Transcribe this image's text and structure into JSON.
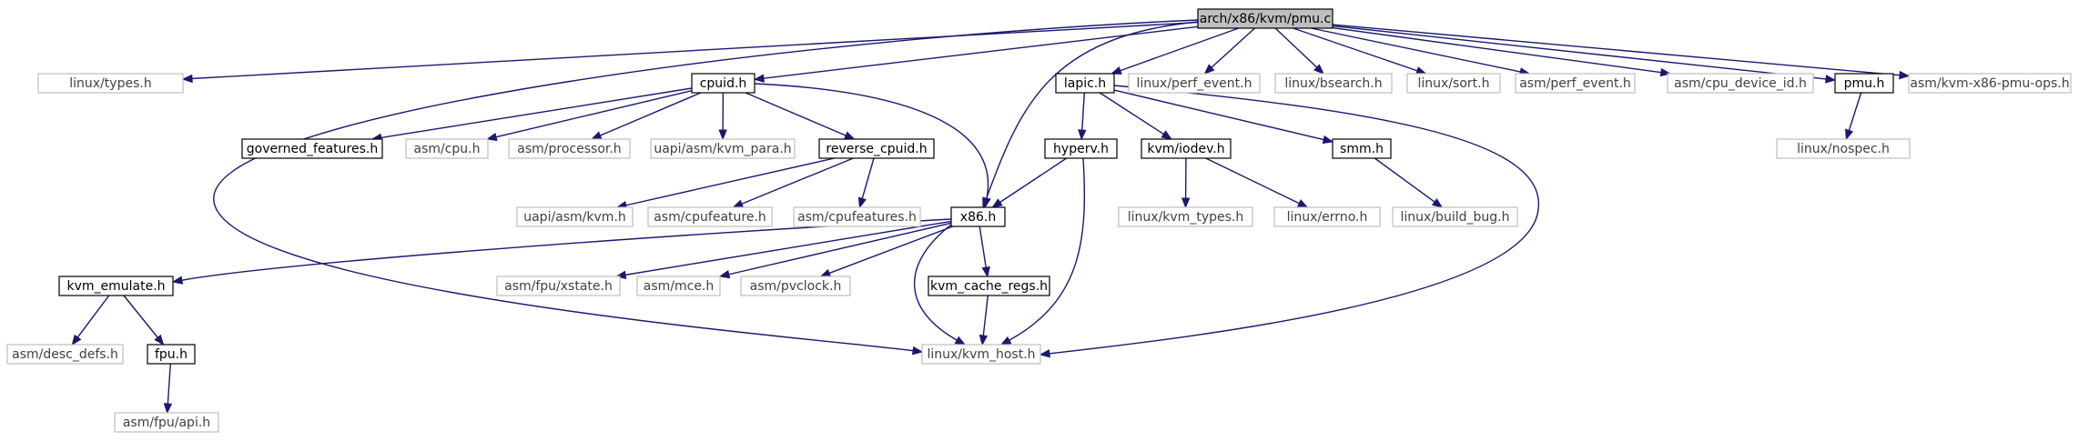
{
  "colors": {
    "edge": "#191970",
    "root_fill": "#bfbfbf",
    "documented_border": "#000000",
    "external_border": "#bfbfbf",
    "external_text": "#404040",
    "node_fill": "#ffffff"
  },
  "nodes": {
    "root": {
      "label": "arch/x86/kvm/pmu.c",
      "kind": "root"
    },
    "linux_types": {
      "label": "linux/types.h",
      "kind": "external"
    },
    "cpuid": {
      "label": "cpuid.h",
      "kind": "documented"
    },
    "lapic": {
      "label": "lapic.h",
      "kind": "documented"
    },
    "perf_event_linux": {
      "label": "linux/perf_event.h",
      "kind": "external"
    },
    "bsearch": {
      "label": "linux/bsearch.h",
      "kind": "external"
    },
    "sort": {
      "label": "linux/sort.h",
      "kind": "external"
    },
    "perf_event_asm": {
      "label": "asm/perf_event.h",
      "kind": "external"
    },
    "cpu_device_id": {
      "label": "asm/cpu_device_id.h",
      "kind": "external"
    },
    "pmu": {
      "label": "pmu.h",
      "kind": "documented"
    },
    "kvm_x86_pmu_ops": {
      "label": "asm/kvm-x86-pmu-ops.h",
      "kind": "external"
    },
    "governed_features": {
      "label": "governed_features.h",
      "kind": "documented"
    },
    "asm_cpu": {
      "label": "asm/cpu.h",
      "kind": "external"
    },
    "asm_processor": {
      "label": "asm/processor.h",
      "kind": "external"
    },
    "kvm_para": {
      "label": "uapi/asm/kvm_para.h",
      "kind": "external"
    },
    "reverse_cpuid": {
      "label": "reverse_cpuid.h",
      "kind": "documented"
    },
    "hyperv": {
      "label": "hyperv.h",
      "kind": "documented"
    },
    "kvm_iodev": {
      "label": "kvm/iodev.h",
      "kind": "documented"
    },
    "smm": {
      "label": "smm.h",
      "kind": "documented"
    },
    "nospec": {
      "label": "linux/nospec.h",
      "kind": "external"
    },
    "uapi_kvm": {
      "label": "uapi/asm/kvm.h",
      "kind": "external"
    },
    "cpufeature": {
      "label": "asm/cpufeature.h",
      "kind": "external"
    },
    "cpufeatures": {
      "label": "asm/cpufeatures.h",
      "kind": "external"
    },
    "x86": {
      "label": "x86.h",
      "kind": "documented"
    },
    "kvm_types": {
      "label": "linux/kvm_types.h",
      "kind": "external"
    },
    "errno": {
      "label": "linux/errno.h",
      "kind": "external"
    },
    "build_bug": {
      "label": "linux/build_bug.h",
      "kind": "external"
    },
    "kvm_emulate": {
      "label": "kvm_emulate.h",
      "kind": "documented"
    },
    "fpu_xstate": {
      "label": "asm/fpu/xstate.h",
      "kind": "external"
    },
    "mce": {
      "label": "asm/mce.h",
      "kind": "external"
    },
    "pvclock": {
      "label": "asm/pvclock.h",
      "kind": "external"
    },
    "kvm_cache_regs": {
      "label": "kvm_cache_regs.h",
      "kind": "documented"
    },
    "desc_defs": {
      "label": "asm/desc_defs.h",
      "kind": "external"
    },
    "fpu": {
      "label": "fpu.h",
      "kind": "documented"
    },
    "kvm_host": {
      "label": "linux/kvm_host.h",
      "kind": "external"
    },
    "fpu_api": {
      "label": "asm/fpu/api.h",
      "kind": "external"
    }
  },
  "edges": [
    [
      "root",
      "linux_types"
    ],
    [
      "root",
      "cpuid"
    ],
    [
      "root",
      "x86"
    ],
    [
      "root",
      "lapic"
    ],
    [
      "root",
      "perf_event_linux"
    ],
    [
      "root",
      "bsearch"
    ],
    [
      "root",
      "sort"
    ],
    [
      "root",
      "perf_event_asm"
    ],
    [
      "root",
      "cpu_device_id"
    ],
    [
      "root",
      "pmu"
    ],
    [
      "root",
      "kvm_x86_pmu_ops"
    ],
    [
      "root",
      "kvm_host"
    ],
    [
      "cpuid",
      "governed_features"
    ],
    [
      "cpuid",
      "asm_cpu"
    ],
    [
      "cpuid",
      "asm_processor"
    ],
    [
      "cpuid",
      "kvm_para"
    ],
    [
      "cpuid",
      "reverse_cpuid"
    ],
    [
      "cpuid",
      "x86"
    ],
    [
      "lapic",
      "hyperv"
    ],
    [
      "lapic",
      "kvm_iodev"
    ],
    [
      "lapic",
      "smm"
    ],
    [
      "lapic",
      "kvm_host"
    ],
    [
      "pmu",
      "nospec"
    ],
    [
      "reverse_cpuid",
      "uapi_kvm"
    ],
    [
      "reverse_cpuid",
      "cpufeature"
    ],
    [
      "reverse_cpuid",
      "cpufeatures"
    ],
    [
      "hyperv",
      "x86"
    ],
    [
      "hyperv",
      "kvm_host"
    ],
    [
      "kvm_iodev",
      "kvm_types"
    ],
    [
      "kvm_iodev",
      "errno"
    ],
    [
      "smm",
      "build_bug"
    ],
    [
      "x86",
      "kvm_emulate"
    ],
    [
      "x86",
      "fpu_xstate"
    ],
    [
      "x86",
      "mce"
    ],
    [
      "x86",
      "pvclock"
    ],
    [
      "x86",
      "kvm_cache_regs"
    ],
    [
      "x86",
      "kvm_host"
    ],
    [
      "kvm_cache_regs",
      "kvm_host"
    ],
    [
      "kvm_emulate",
      "desc_defs"
    ],
    [
      "kvm_emulate",
      "fpu"
    ],
    [
      "fpu",
      "fpu_api"
    ]
  ]
}
